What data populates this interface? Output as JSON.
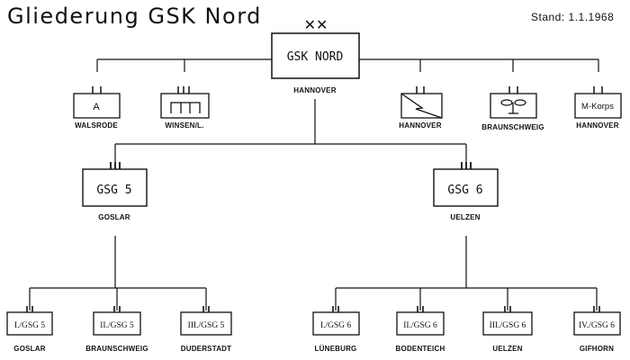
{
  "title": "Gliederung  GSK Nord",
  "stand": "Stand: 1.1.1968",
  "hq": {
    "rank_mark": "✕✕",
    "label": "GSK NORD",
    "location": "HANNOVER"
  },
  "top_units": [
    {
      "box": "A",
      "caption": "WALSRODE"
    },
    {
      "box": "",
      "caption": "WINSEN/L."
    },
    {
      "box": "",
      "caption": "HANNOVER"
    },
    {
      "box": "",
      "caption": "BRAUNSCHWEIG"
    },
    {
      "box": "M-Korps",
      "caption": "HANNOVER"
    }
  ],
  "groups": [
    {
      "label": "GSG  5",
      "caption": "GOSLAR"
    },
    {
      "label": "GSG  6",
      "caption": "UELZEN"
    }
  ],
  "sections": [
    {
      "label": "I./GSG 5",
      "caption": "GOSLAR"
    },
    {
      "label": "II./GSG 5",
      "caption": "BRAUNSCHWEIG"
    },
    {
      "label": "III./GSG 5",
      "caption": "DUDERSTADT"
    },
    {
      "label": "I./GSG 6",
      "caption": "LÜNEBURG"
    },
    {
      "label": "II./GSG 6",
      "caption": "BODENTEICH"
    },
    {
      "label": "III./GSG 6",
      "caption": "UELZEN"
    },
    {
      "label": "IV./GSG 6",
      "caption": "GIFHORN"
    }
  ]
}
